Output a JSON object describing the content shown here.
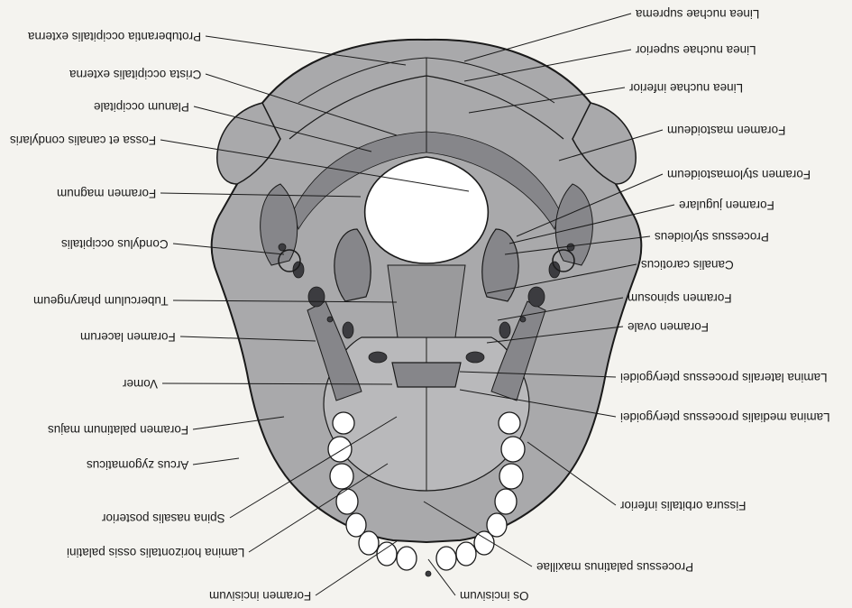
{
  "labels": {
    "linea_nuchae_suprema": "Linea nuchae suprema",
    "protuberantia": "Protuberantia occipitalis externa",
    "linea_nuchae_superior": "Linea nuchae superior",
    "crista_occipitalis": "Crista occipitalis externa",
    "linea_nuchae_inferior": "Linea nuchae inferior",
    "planum_occipitale": "Planum occipitale",
    "foramen_mastoideum": "Foramen mastoideum",
    "fossa_condylaris": "Fossa et canalis condylaris",
    "foramen_stylomastoideum": "Foramen stylomastoideum",
    "foramen_magnum": "Foramen magnum",
    "foramen_jugulare": "Foramen jugulare",
    "processus_styloideus": "Processus styloideus",
    "condylus_occipitalis": "Condylus occipitalis",
    "canalis_caroticus": "Canalis caroticus",
    "tuberculum_pharyngeum": "Tuberculum pharyngeum",
    "foramen_spinosum": "Foramen spinosum",
    "foramen_ovale": "Foramen ovale",
    "foramen_lacerum": "Foramen lacerum",
    "lamina_lateralis": "Lamina lateralis processus pterygoidei",
    "vomer": "Vomer",
    "lamina_medialis": "Lamina medialis processus pterygoidei",
    "foramen_palatinum_majus": "Foramen palatinum majus",
    "arcus_zygomaticus": "Arcus zygomaticus",
    "fissura_orbitalis_inferior": "Fissura orbitalis inferior",
    "spina_nasalis_posterior": "Spina nasalis posterior",
    "lamina_horizontalis": "Lamina horizontalis ossis palatini",
    "processus_palatinus": "Processus palatinus maxillae",
    "foramen_incisivum": "Foramen incisivum",
    "os_incisivum": "Os incisivum"
  },
  "colors": {
    "bone": "#a9a9ab",
    "bone_dark": "#86868a",
    "bone_light": "#c4c4c6",
    "shadow": "#5e5e62",
    "foramen": "#3c3c40",
    "teeth": "#ffffff",
    "line": "#1a1a1a",
    "background": "#f4f3ef"
  }
}
